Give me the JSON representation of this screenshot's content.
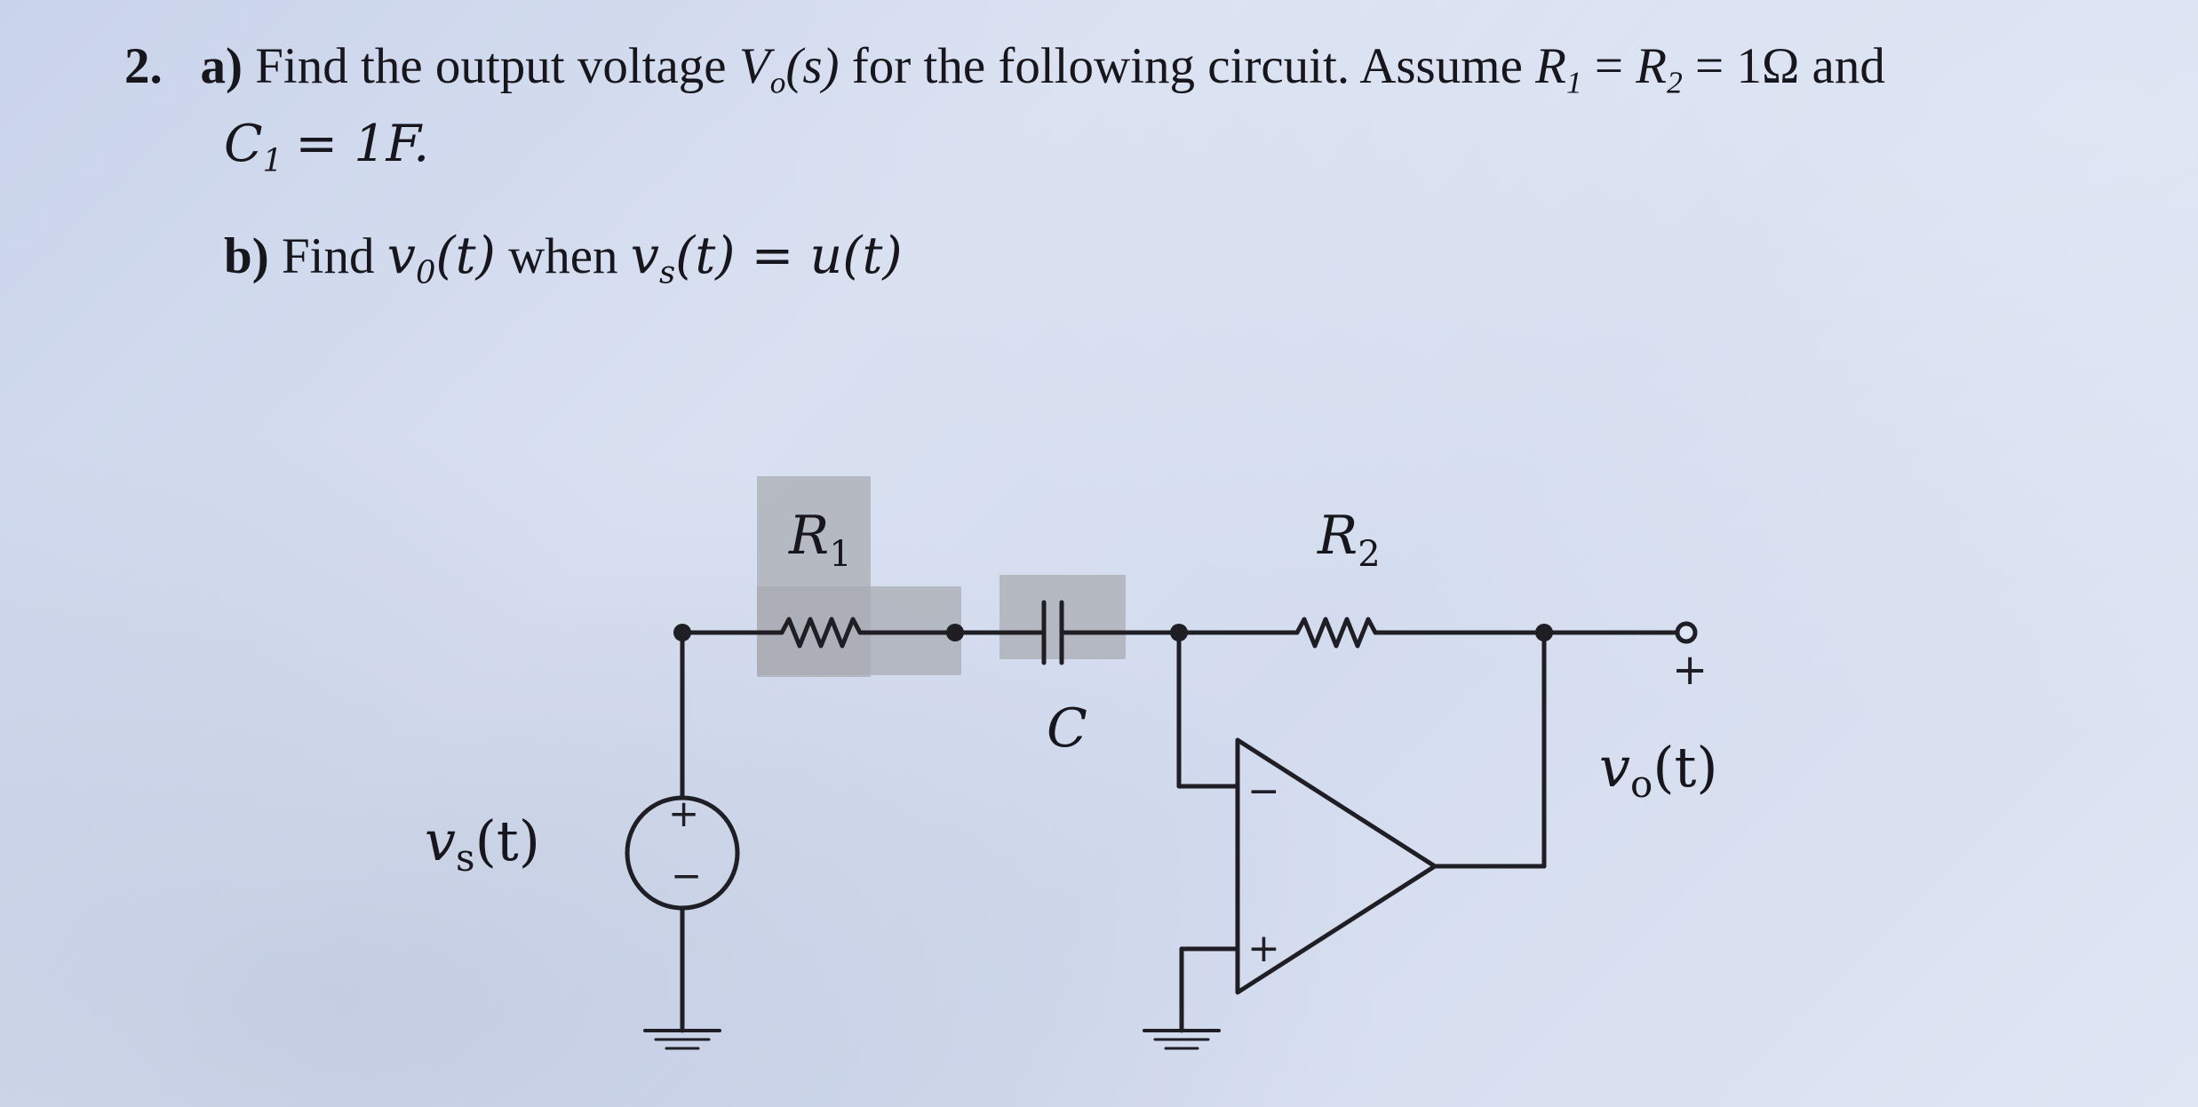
{
  "problem": {
    "number": "2.",
    "part_a_label": "a)",
    "part_a_text": "Find the output voltage",
    "vo_symbol": "V",
    "vo_sub": "o",
    "vo_arg": "(s)",
    "part_a_text2": "for the following circuit. Assume",
    "r1_sym": "R",
    "r1_sub": "1",
    "eq1": "=",
    "r2_sym": "R",
    "r2_sub": "2",
    "eq2": "= 1Ω and",
    "c1_sym": "C",
    "c1_sub": "1",
    "c1_value": "= 1F.",
    "part_b_label": "b)",
    "part_b_text": "Find",
    "vot_sym": "v",
    "vot_sub": "0",
    "vot_arg": "(t)",
    "part_b_when": "when",
    "vst_sym": "v",
    "vst_sub": "s",
    "vst_arg": "(t) = u(t)"
  },
  "circuit": {
    "r1_label": "R",
    "r1_sub": "1",
    "r2_label": "R",
    "r2_sub": "2",
    "c_label": "C",
    "vs_label": "v",
    "vs_sub": "s",
    "vs_arg": "(t)",
    "vo_label": "v",
    "vo_sub": "o",
    "vo_arg": "(t)",
    "source_plus": "+",
    "source_minus": "−",
    "output_plus": "+",
    "opamp_minus": "−",
    "opamp_plus": "+"
  }
}
